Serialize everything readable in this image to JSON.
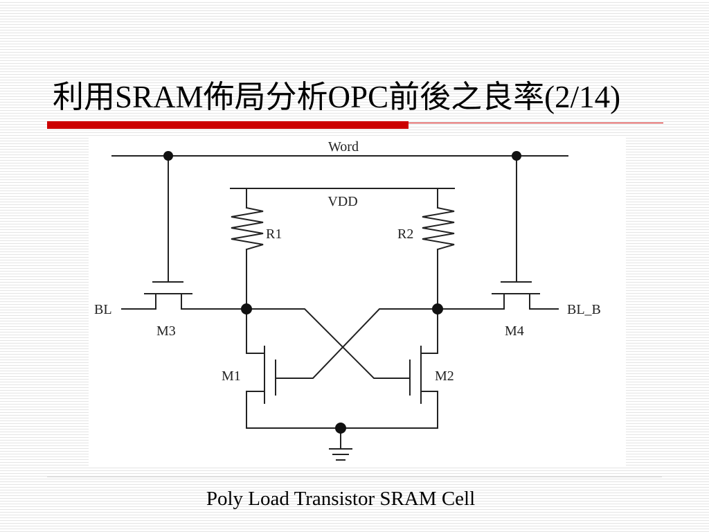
{
  "slide": {
    "title": "利用SRAM佈局分析OPC前後之良率(2/14)",
    "caption": "Poly Load Transistor SRAM Cell"
  },
  "diagram": {
    "word_label": "Word",
    "vdd_label": "VDD",
    "r1_label": "R1",
    "r2_label": "R2",
    "bl_label": "BL",
    "bl_b_label": "BL_B",
    "m1_label": "M1",
    "m2_label": "M2",
    "m3_label": "M3",
    "m4_label": "M4"
  },
  "colors": {
    "accent_red": "#cc0000",
    "wire": "#222222",
    "stripe": "#e4e4e4"
  }
}
